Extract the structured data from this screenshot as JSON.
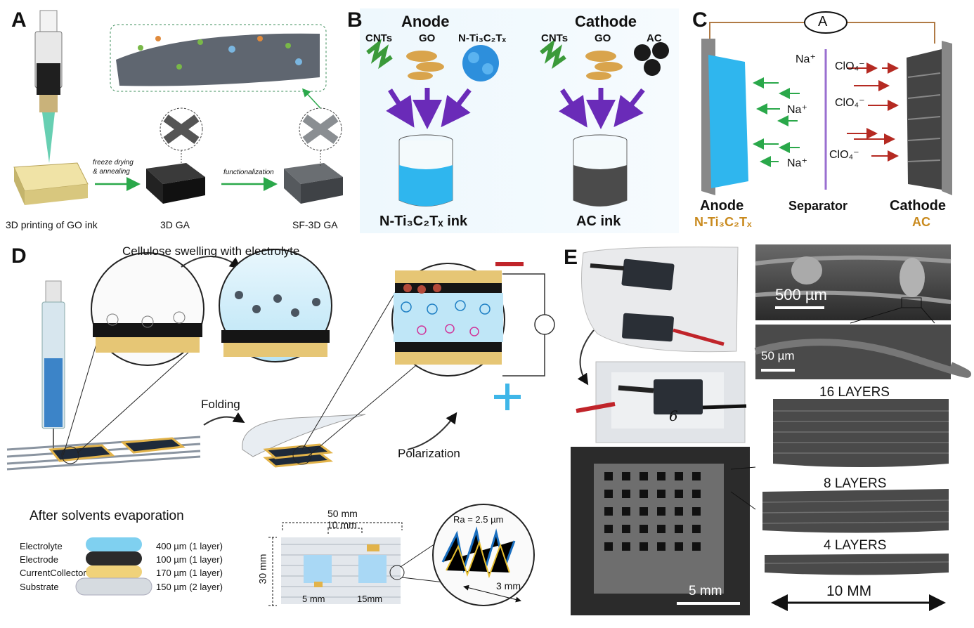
{
  "panel_a": {
    "letter": "A",
    "caption_print": "3D printing of GO ink",
    "arrow1_top": "freeze drying",
    "arrow1_bottom": "& annealing",
    "arrow2": "functionalization",
    "caption_ga": "3D GA",
    "caption_sfga": "SF-3D GA"
  },
  "panel_b": {
    "letter": "B",
    "anode_title": "Anode",
    "cathode_title": "Cathode",
    "anode_items": [
      "CNTs",
      "GO",
      "N-Ti₃C₂Tₓ"
    ],
    "cathode_items": [
      "CNTs",
      "GO",
      "AC"
    ],
    "anode_ink": "N-Ti₃C₂Tₓ ink",
    "cathode_ink": "AC ink"
  },
  "panel_c": {
    "letter": "C",
    "ammeter": "A",
    "ions_left": [
      "Na⁺",
      "Na⁺",
      "Na⁺"
    ],
    "ions_right": [
      "ClO₄⁻",
      "ClO₄⁻",
      "ClO₄⁻"
    ],
    "anode_label": "Anode",
    "anode_material": "N-Ti₃C₂Tₓ",
    "separator_label": "Separator",
    "cathode_label": "Cathode",
    "cathode_material": "AC"
  },
  "panel_d": {
    "letter": "D",
    "swelling": "Cellulose swelling with electrolyte",
    "folding": "Folding",
    "polarization": "Polarization",
    "after_evap": "After solvents evaporation",
    "layers": [
      {
        "name": "Electrolyte",
        "thickness": "400 µm (1 layer)",
        "color": "#7fd0f0"
      },
      {
        "name": "Electrode",
        "thickness": "100 µm (1 layer)",
        "color": "#2b2b2b"
      },
      {
        "name": "CurrentCollector",
        "thickness": "170 µm (1 layer)",
        "color": "#f0d27a"
      },
      {
        "name": "Substrate",
        "thickness": "150 µm (2 layer)",
        "color": "#d6dbe0"
      }
    ],
    "dim_50": "50 mm",
    "dim_10": "10 mm",
    "dim_30": "30 mm",
    "dim_5": "5 mm",
    "dim_15": "15mm",
    "ra": "Ra = 2.5 µm",
    "dim_3": "3 mm"
  },
  "panel_e": {
    "letter": "E",
    "scale_500": "500 µm",
    "scale_50": "50 µm",
    "scale_5": "5 mm",
    "label_16": "16 LAYERS",
    "label_8": "8 LAYERS",
    "label_4": "4 LAYERS",
    "scale_10": "10 MM",
    "marker_digit": "6"
  },
  "colors": {
    "green_arrow": "#2aa84a",
    "purple_arrow": "#6a2bb8",
    "ink_blue": "#2fb6ee",
    "orange_label": "#c98a1e",
    "red_ion": "#b52a22",
    "green_ion": "#2aa84a"
  }
}
